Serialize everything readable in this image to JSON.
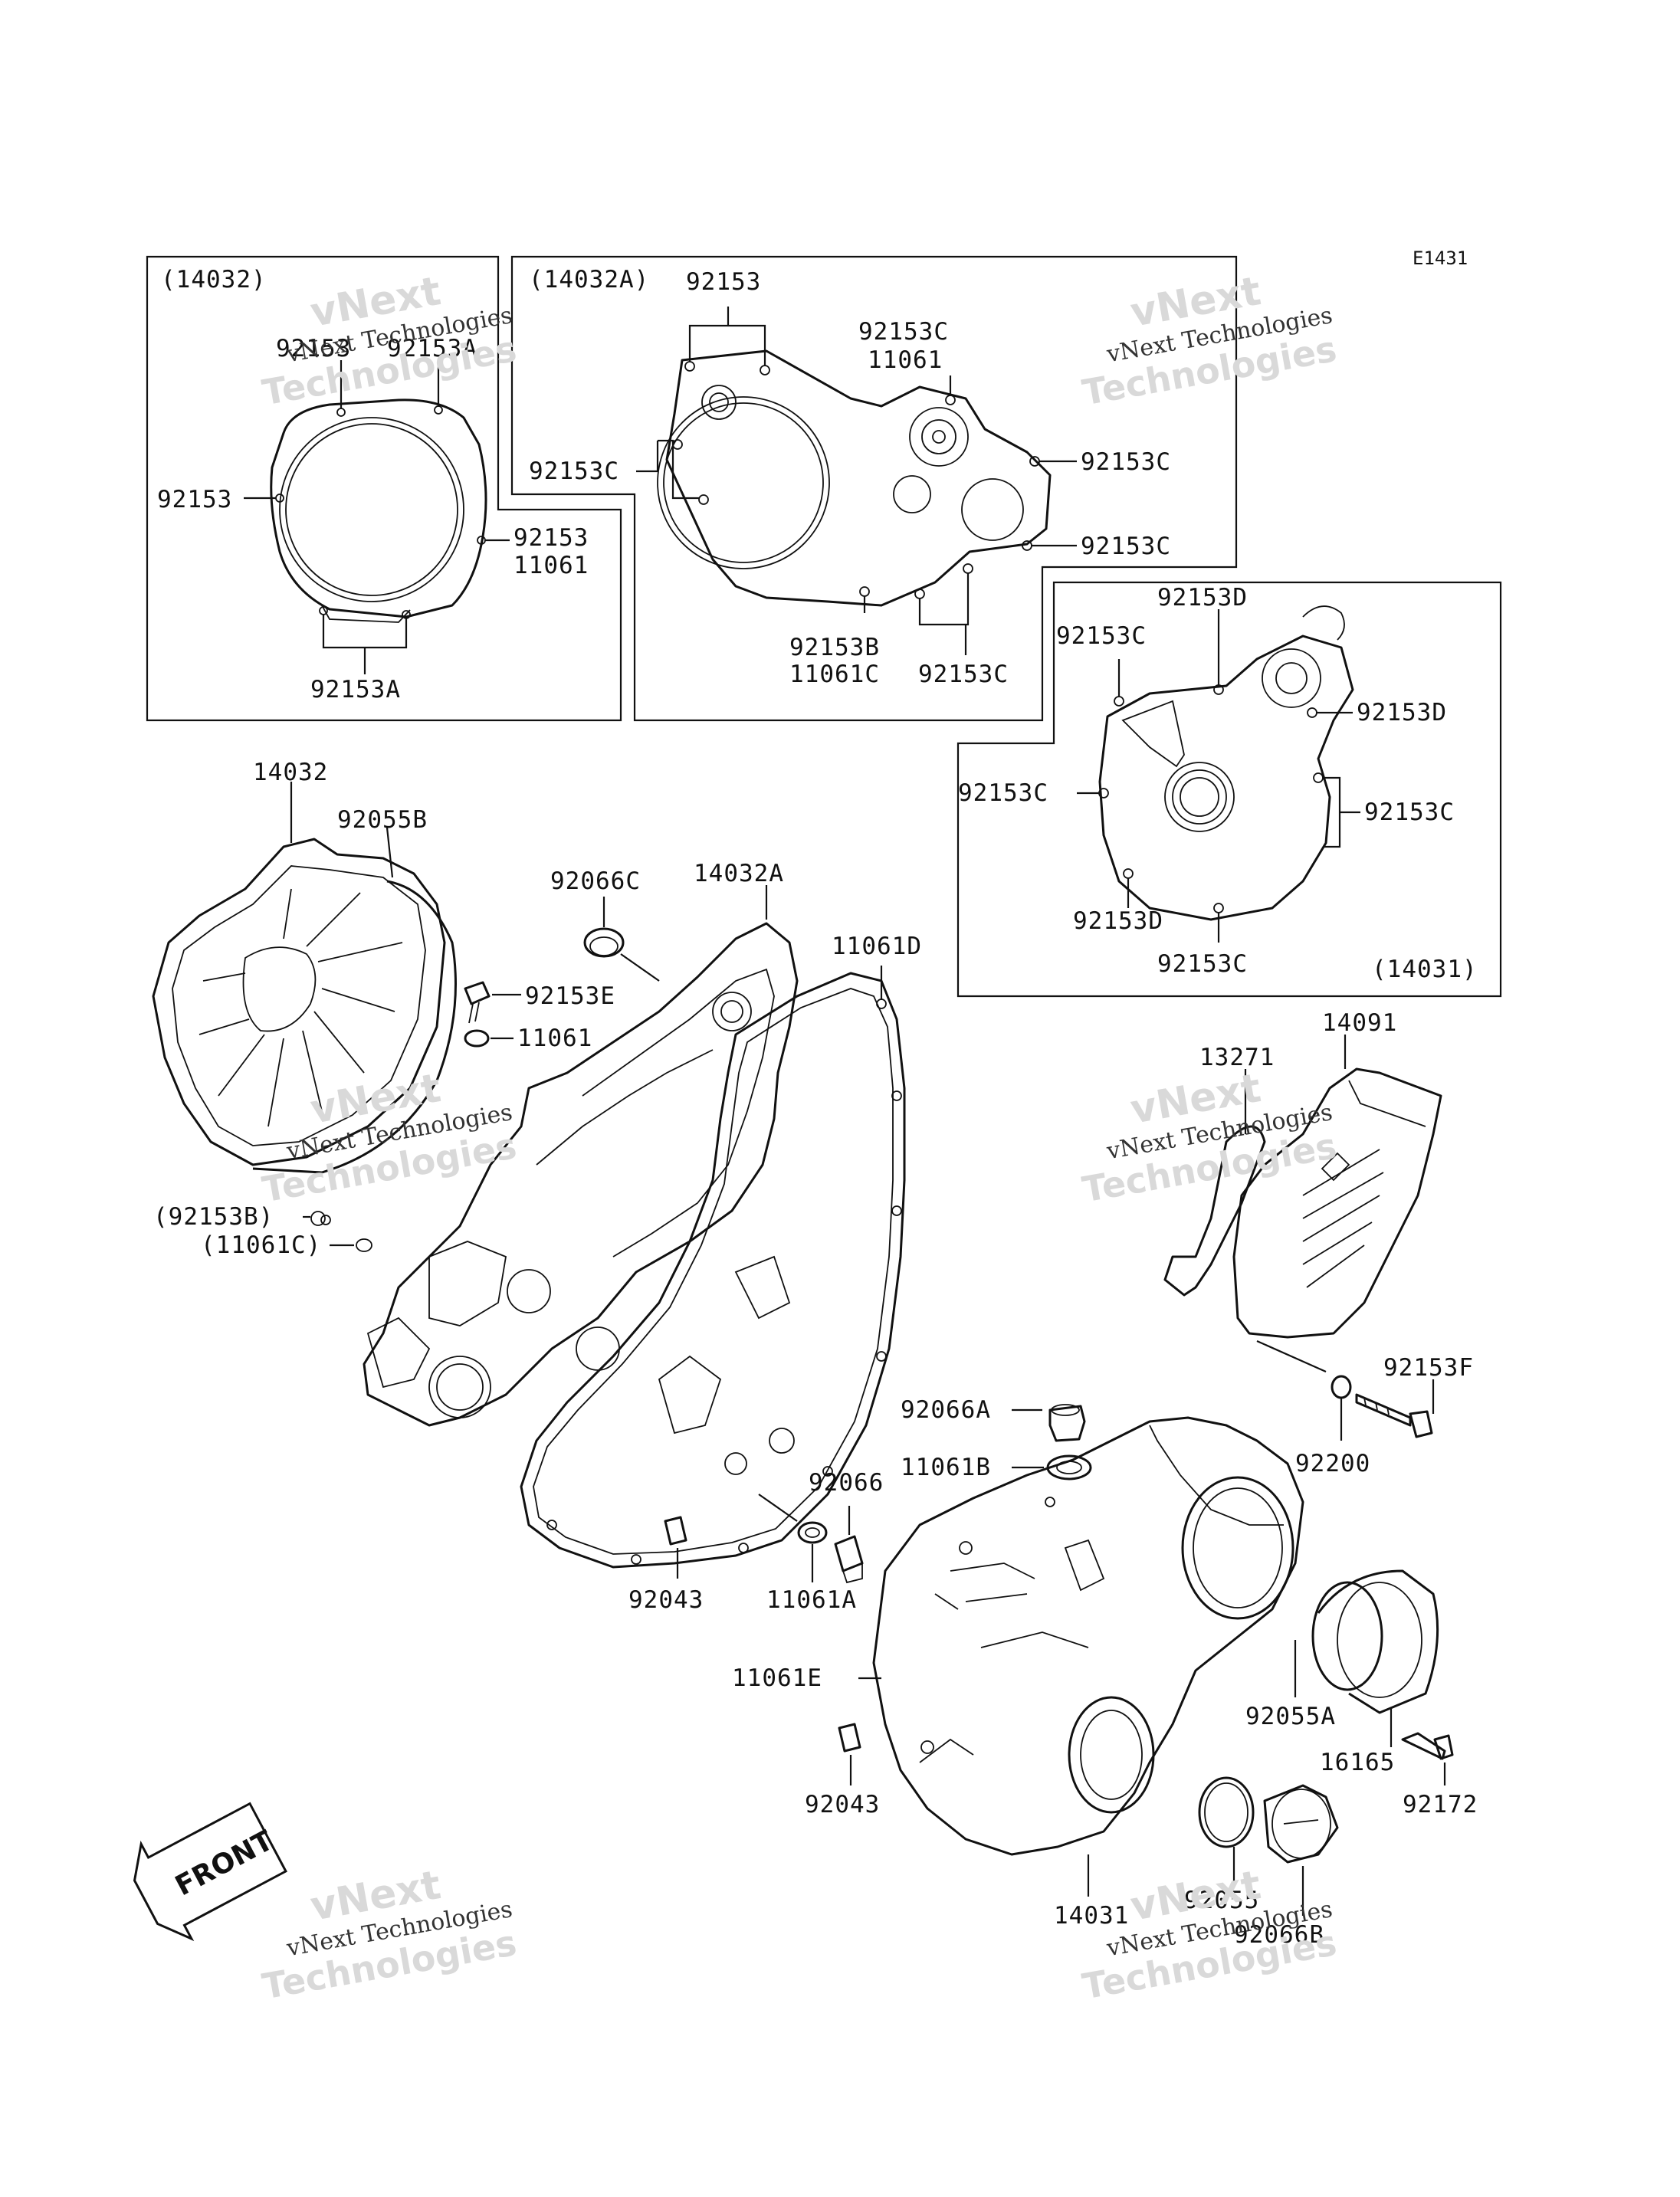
{
  "diagram_code": "E1431",
  "watermark": {
    "line1": "vNext",
    "line2": "vNext Technologies",
    "line3": "Technologies"
  },
  "front_marker": "FRONT",
  "insets": {
    "inset_14032": {
      "title": "(14032)",
      "labels": [
        "92153",
        "92153A",
        "92153",
        "92153",
        "11061",
        "92153A"
      ]
    },
    "inset_14032a": {
      "title": "(14032A)",
      "labels": [
        "92153",
        "92153C",
        "11061",
        "92153C",
        "92153C",
        "92153C",
        "92153B",
        "11061C",
        "92153C"
      ]
    },
    "inset_14031": {
      "title": "(14031)",
      "labels": [
        "92153D",
        "92153C",
        "92153D",
        "92153C",
        "92153C",
        "92153D",
        "92153C"
      ]
    }
  },
  "parts": {
    "p14032": "14032",
    "p92055B": "92055B",
    "p92066C": "92066C",
    "p14032A": "14032A",
    "p11061D": "11061D",
    "p92153E": "92153E",
    "p11061": "11061",
    "p92153B_paren": "(92153B)",
    "p11061C_paren": "(11061C)",
    "p92043a": "92043",
    "p92066": "92066",
    "p11061A": "11061A",
    "p92066A": "92066A",
    "p11061B": "11061B",
    "p13271": "13271",
    "p14091": "14091",
    "p92153F": "92153F",
    "p92200": "92200",
    "p11061E": "11061E",
    "p92043b": "92043",
    "p92055A": "92055A",
    "p16165": "16165",
    "p92172": "92172",
    "p92055": "92055",
    "p14031": "14031",
    "p92066B": "92066B"
  }
}
